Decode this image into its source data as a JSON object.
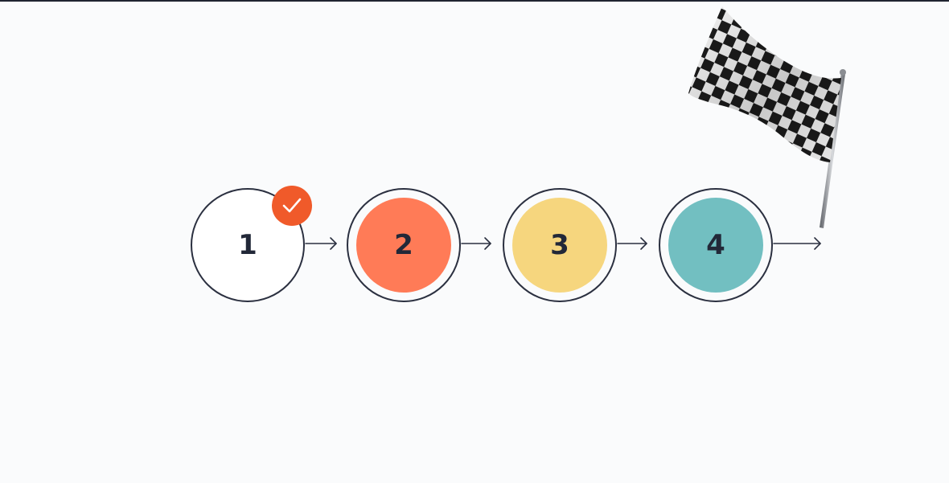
{
  "steps": [
    {
      "label": "1",
      "fill": "#ffffff",
      "state": "completed"
    },
    {
      "label": "2",
      "fill": "#ff7b57"
    },
    {
      "label": "3",
      "fill": "#f6d67e"
    },
    {
      "label": "4",
      "fill": "#72bfc1"
    }
  ],
  "colors": {
    "outline": "#2b3040",
    "badge": "#f05a2a",
    "check": "#ffffff"
  },
  "icons": {
    "badge": "checkmark-icon",
    "finish": "checkered-flag-icon",
    "connector": "arrow-right-icon"
  }
}
